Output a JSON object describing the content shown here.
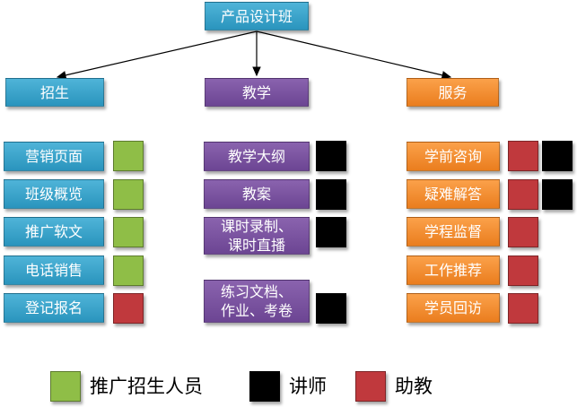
{
  "colors": {
    "green": "#8fbe47",
    "black": "#000000",
    "red": "#c0393d"
  },
  "title": "产品设计班",
  "categories": {
    "zhaosheng": {
      "label": "招生",
      "items": [
        "营销页面",
        "班级概览",
        "推广软文",
        "电话销售",
        "登记报名"
      ],
      "markers": [
        [
          "green"
        ],
        [
          "green"
        ],
        [
          "green"
        ],
        [
          "green"
        ],
        [
          "red"
        ]
      ]
    },
    "jiaoxue": {
      "label": "教学",
      "items": [
        "教学大纲",
        "教案",
        "课时录制、\n课时直播",
        "练习文档、\n作业、考卷"
      ],
      "markers": [
        [
          "black"
        ],
        [
          "black"
        ],
        [
          "black"
        ],
        [
          "black"
        ]
      ]
    },
    "fuwu": {
      "label": "服务",
      "items": [
        "学前咨询",
        "疑难解答",
        "学程监督",
        "工作推荐",
        "学员回访"
      ],
      "markers": [
        [
          "red",
          "black"
        ],
        [
          "red",
          "black"
        ],
        [
          "red"
        ],
        [
          "red"
        ],
        [
          "red"
        ]
      ]
    }
  },
  "legend": [
    {
      "color": "green",
      "label": "推广招生人员"
    },
    {
      "color": "black",
      "label": "讲师"
    },
    {
      "color": "red",
      "label": "助教"
    }
  ]
}
